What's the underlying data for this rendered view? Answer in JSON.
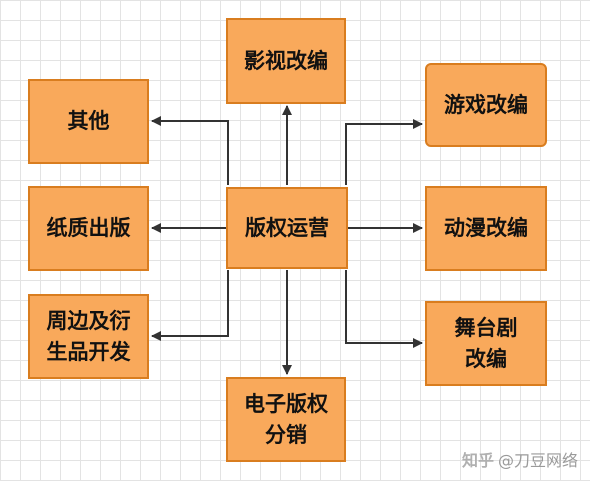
{
  "diagram": {
    "center": "版权运营",
    "nodes": {
      "film_adaptation": "影视改编",
      "game_adaptation": "游戏改编",
      "anime_adaptation": "动漫改编",
      "stage_adaptation": "舞台剧\n改编",
      "ebook_distribution": "电子版权\n分销",
      "merch_development": "周边及衍\n生品开发",
      "print_edition": "纸质出版",
      "other": "其他"
    }
  },
  "watermark": {
    "platform": "知乎",
    "author": "@刀豆网络"
  },
  "colors": {
    "node_fill": "#f9a95b",
    "node_border": "#d97d1f",
    "connector": "#333333",
    "grid": "#e3e3e3"
  }
}
